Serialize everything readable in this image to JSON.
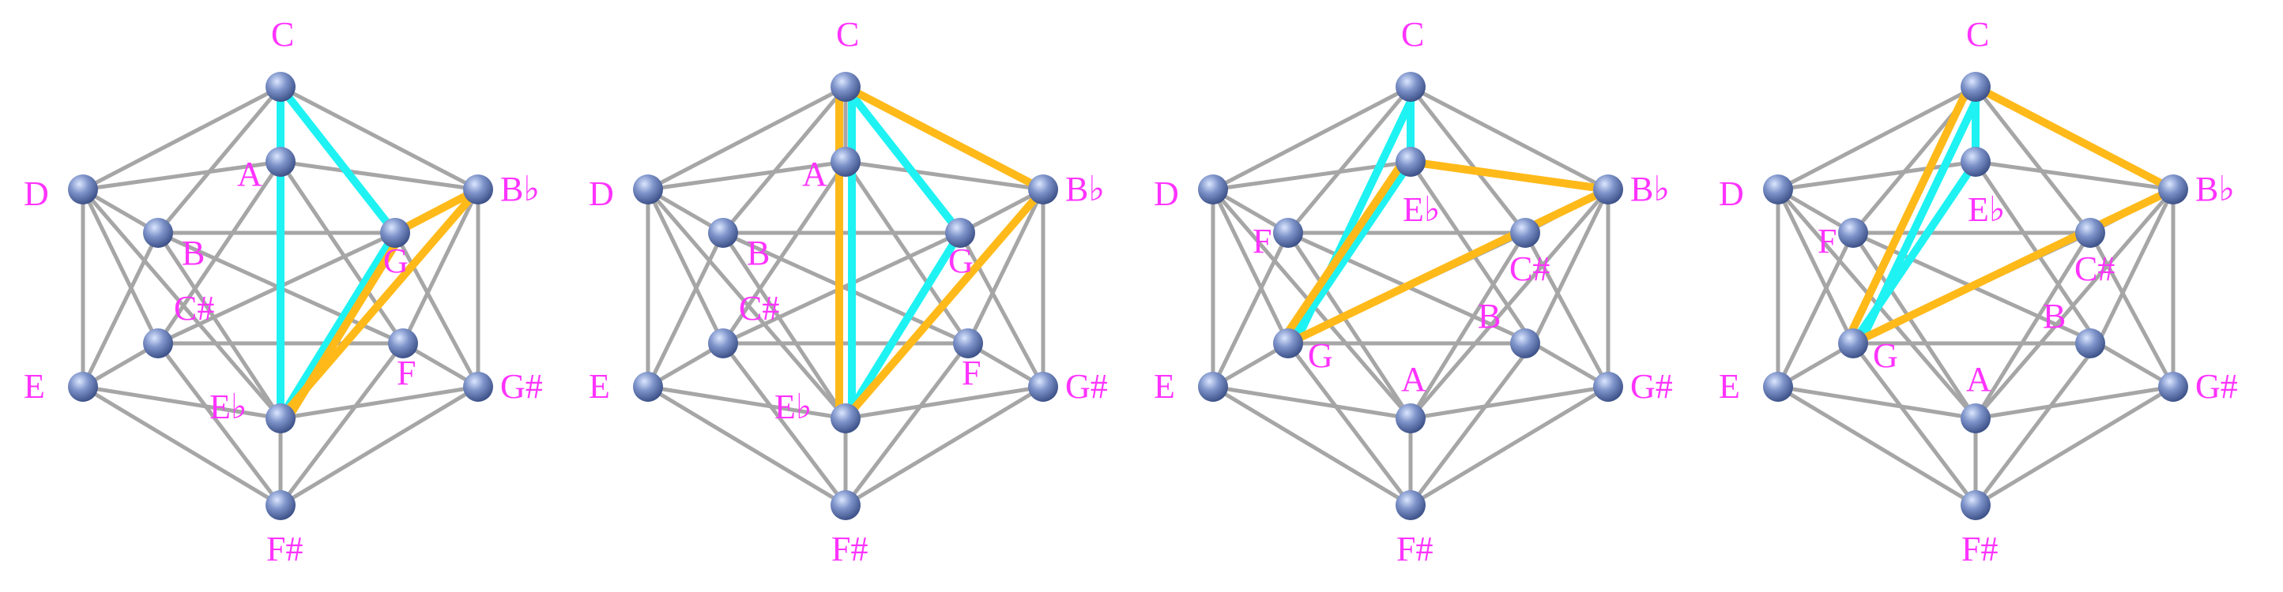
{
  "figure": {
    "colors": {
      "edge": "#a6a6a6",
      "label": "#ff33ff",
      "node_light": "#dbe6ff",
      "node_mid": "#7d93c9",
      "node_dark": "#3b4f86"
    },
    "panels": [
      {
        "name": "panel-1",
        "labels": [
          {
            "node": "C",
            "text": "C"
          },
          {
            "node": "A",
            "text": "A"
          },
          {
            "node": "D",
            "text": "D"
          },
          {
            "node": "G",
            "text": "G"
          },
          {
            "node": "Bb",
            "text": "B♭"
          },
          {
            "node": "B",
            "text": "B"
          },
          {
            "node": "Cs",
            "text": "C#"
          },
          {
            "node": "E",
            "text": "E"
          },
          {
            "node": "Eb",
            "text": "E♭"
          },
          {
            "node": "F",
            "text": "F"
          },
          {
            "node": "Gs",
            "text": "G#"
          },
          {
            "node": "Fs",
            "text": "F#"
          }
        ],
        "highlights": [
          {
            "from": "C",
            "to": "Eb",
            "color": "#1ff2f2"
          },
          {
            "from": "C",
            "to": "G",
            "color": "#1ff2f2"
          },
          {
            "from": "G",
            "to": "Eb",
            "color": "#1ff2f2"
          },
          {
            "from": "G",
            "to": "Bb",
            "color": "#ffba1a"
          },
          {
            "from": "Eb",
            "to": "Bb",
            "color": "#ffba1a"
          },
          {
            "from": "Eb",
            "to": "G",
            "color": "#ffba1a",
            "offset": 1
          }
        ]
      },
      {
        "name": "panel-2",
        "labels": [
          {
            "node": "C",
            "text": "C"
          },
          {
            "node": "A",
            "text": "A"
          },
          {
            "node": "D",
            "text": "D"
          },
          {
            "node": "G",
            "text": "G"
          },
          {
            "node": "Bb",
            "text": "B♭"
          },
          {
            "node": "B",
            "text": "B"
          },
          {
            "node": "Cs",
            "text": "C#"
          },
          {
            "node": "E",
            "text": "E"
          },
          {
            "node": "Eb",
            "text": "E♭"
          },
          {
            "node": "F",
            "text": "F"
          },
          {
            "node": "Gs",
            "text": "G#"
          },
          {
            "node": "Fs",
            "text": "F#"
          }
        ],
        "highlights": [
          {
            "from": "C",
            "to": "Eb",
            "color": "#1ff2f2",
            "offset": -1
          },
          {
            "from": "C",
            "to": "Eb",
            "color": "#ffba1a",
            "offset": 1
          },
          {
            "from": "C",
            "to": "G",
            "color": "#1ff2f2"
          },
          {
            "from": "G",
            "to": "Eb",
            "color": "#1ff2f2"
          },
          {
            "from": "C",
            "to": "Bb",
            "color": "#ffba1a"
          },
          {
            "from": "Bb",
            "to": "Eb",
            "color": "#ffba1a"
          }
        ]
      },
      {
        "name": "panel-3",
        "labels": [
          {
            "node": "C",
            "text": "C"
          },
          {
            "node": "A",
            "text": "A"
          },
          {
            "node": "D",
            "text": "D"
          },
          {
            "node": "G",
            "text": "G"
          },
          {
            "node": "Bb",
            "text": "B♭"
          },
          {
            "node": "Eb",
            "text": "E♭"
          },
          {
            "node": "F",
            "text": "F"
          },
          {
            "node": "Cs",
            "text": "C#"
          },
          {
            "node": "E",
            "text": "E"
          },
          {
            "node": "B",
            "text": "B"
          },
          {
            "node": "Gs",
            "text": "G#"
          },
          {
            "node": "Fs",
            "text": "F#"
          }
        ],
        "highlights": [
          {
            "from": "C",
            "to": "G",
            "color": "#1ff2f2",
            "offset": -1
          },
          {
            "from": "C",
            "to": "Eb",
            "color": "#1ff2f2"
          },
          {
            "from": "Eb",
            "to": "G",
            "color": "#1ff2f2"
          },
          {
            "from": "Eb",
            "to": "G",
            "color": "#ffba1a",
            "offset": 1
          },
          {
            "from": "Eb",
            "to": "Bb",
            "color": "#ffba1a"
          },
          {
            "from": "G",
            "to": "Bb",
            "color": "#ffba1a"
          }
        ]
      },
      {
        "name": "panel-4",
        "labels": [
          {
            "node": "C",
            "text": "C"
          },
          {
            "node": "A",
            "text": "A"
          },
          {
            "node": "D",
            "text": "D"
          },
          {
            "node": "G",
            "text": "G"
          },
          {
            "node": "Bb",
            "text": "B♭"
          },
          {
            "node": "Eb",
            "text": "E♭"
          },
          {
            "node": "F",
            "text": "F"
          },
          {
            "node": "Cs",
            "text": "C#"
          },
          {
            "node": "E",
            "text": "E"
          },
          {
            "node": "B",
            "text": "B"
          },
          {
            "node": "Gs",
            "text": "G#"
          },
          {
            "node": "Fs",
            "text": "F#"
          }
        ],
        "highlights": [
          {
            "from": "C",
            "to": "G",
            "color": "#1ff2f2",
            "offset": -1
          },
          {
            "from": "C",
            "to": "G",
            "color": "#ffba1a",
            "offset": 1
          },
          {
            "from": "C",
            "to": "Eb",
            "color": "#1ff2f2"
          },
          {
            "from": "Eb",
            "to": "G",
            "color": "#1ff2f2"
          },
          {
            "from": "C",
            "to": "Bb",
            "color": "#ffba1a"
          },
          {
            "from": "Bb",
            "to": "G",
            "color": "#ffba1a"
          }
        ]
      }
    ]
  }
}
